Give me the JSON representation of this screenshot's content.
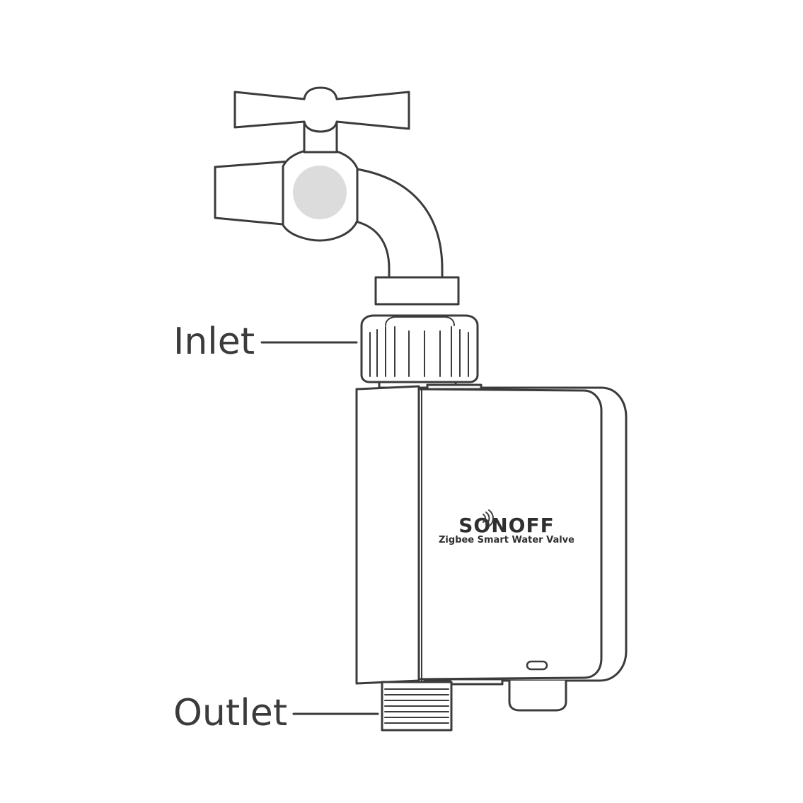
{
  "callouts": {
    "inlet": "Inlet",
    "outlet": "Outlet"
  },
  "device": {
    "brand": "SONOFF",
    "model": "Zigbee Smart Water Valve",
    "usb_port_icon": "usb-c-port-icon",
    "wifi_icon": "signal-waves-icon"
  },
  "colors": {
    "line": "#3b3b3b",
    "handle_cap": "#dcdcdc",
    "background": "#ffffff"
  }
}
